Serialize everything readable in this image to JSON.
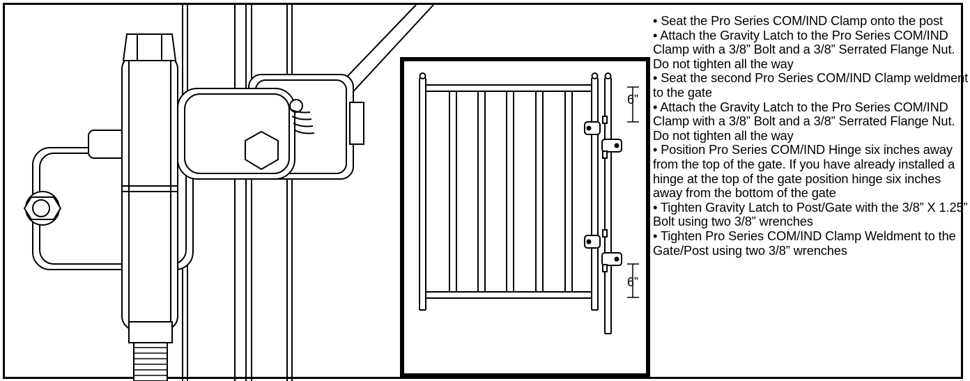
{
  "illustration": {
    "dimension_top": "6”",
    "dimension_bottom": "6”"
  },
  "instructions": [
    "• Seat the Pro Series COM/IND Clamp onto the post",
    "• Attach the Gravity Latch to the Pro Series COM/IND Clamp with a 3/8” Bolt and a 3/8” Serrated Flange Nut. Do not tighten all the way",
    "• Seat the second Pro Series COM/IND Clamp weldment to the gate",
    "• Attach the Gravity Latch to the Pro Series COM/IND Clamp with a 3/8” Bolt and a 3/8” Serrated Flange Nut. Do not tighten all the way",
    "• Position Pro Series COM/IND Hinge six inches away from the top of the gate. If you have already installed a hinge at the top of the gate position hinge six inches away from the bottom of the gate",
    "• Tighten Gravity Latch to Post/Gate with the 3/8” X 1.25” Bolt using two 3/8” wrenches",
    "• Tighten Pro Series COM/IND Clamp Weldment to the Gate/Post using two 3/8” wrenches"
  ]
}
